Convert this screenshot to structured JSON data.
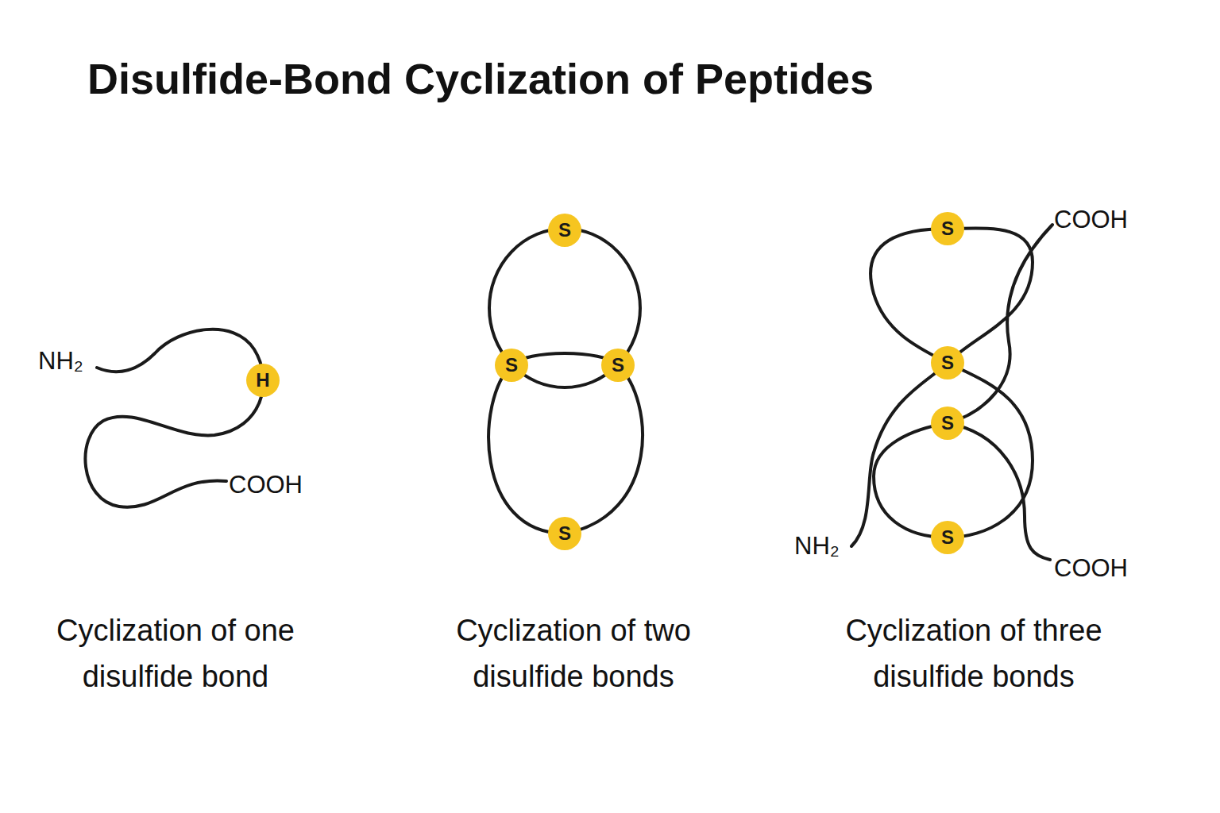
{
  "diagram": {
    "title": "Disulfide-Bond Cyclization of Peptides",
    "nodes": [
      {
        "text": [
          "H"
        ]
      },
      {
        "text": [
          "S"
        ]
      },
      {
        "text": [
          "S"
        ]
      },
      {
        "text": [
          "S"
        ]
      },
      {
        "text": [
          "S"
        ]
      },
      {
        "text": [
          "S"
        ]
      },
      {
        "text": [
          "S"
        ]
      },
      {
        "text": [
          "S"
        ]
      },
      {
        "text": [
          "S"
        ]
      }
    ],
    "labels": [
      "NH₂",
      "COOH",
      "Cyclization of one disulfide bond",
      "Cyclization of two disulfide bonds",
      "COOH",
      "NH₂",
      "COOH",
      "Cyclization of three disulfide bonds"
    ]
  }
}
